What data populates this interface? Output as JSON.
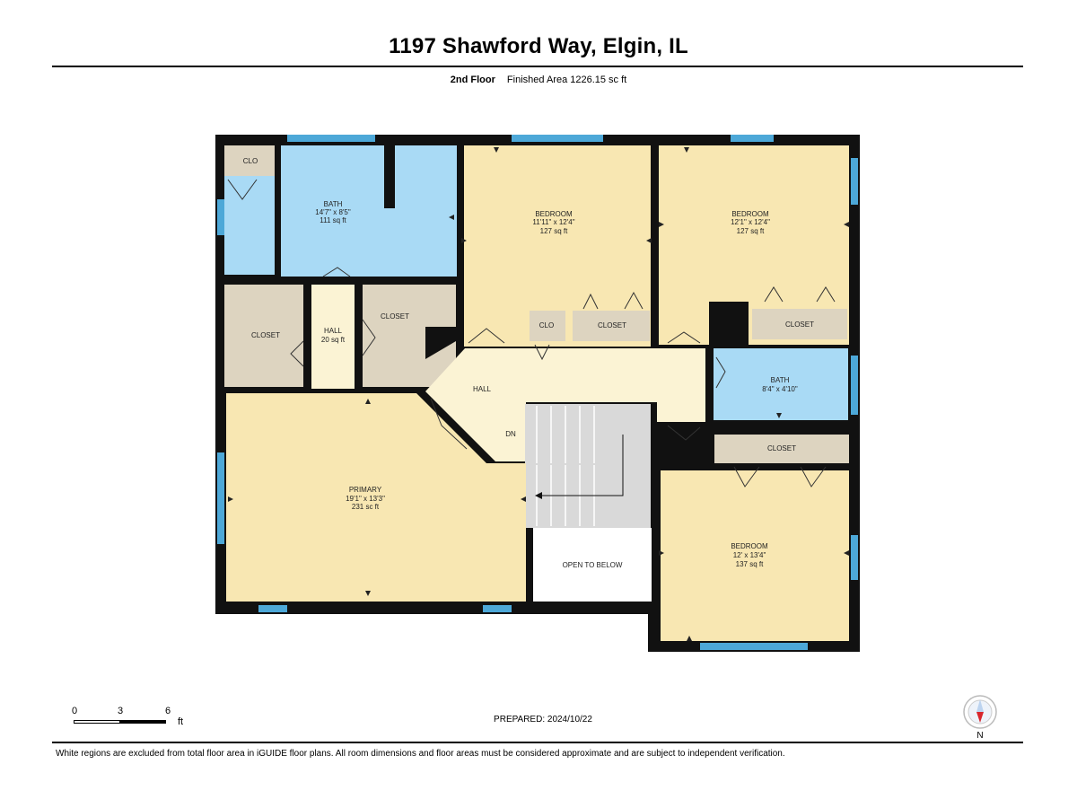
{
  "header": {
    "title": "1197 Shawford Way, Elgin, IL",
    "floor": "2nd Floor",
    "area": "Finished Area 1226.15 sc ft"
  },
  "rooms": {
    "clo_top": {
      "label": "CLO"
    },
    "bath_main": {
      "label": "BATH",
      "dims": "14'7\" x 8'5\"",
      "area": "111 sq ft"
    },
    "bedroom_1": {
      "label": "BEDROOM",
      "dims": "11'11\" x 12'4\"",
      "area": "127 sq ft"
    },
    "bedroom_2": {
      "label": "BEDROOM",
      "dims": "12'1\" x 12'4\"",
      "area": "127 sq ft"
    },
    "closet_left": {
      "label": "CLOSET"
    },
    "hall_small": {
      "label": "HALL",
      "area": "20 sq ft"
    },
    "closet_mid": {
      "label": "CLOSET"
    },
    "clo_mid": {
      "label": "CLO"
    },
    "closet_b1": {
      "label": "CLOSET"
    },
    "closet_b2": {
      "label": "CLOSET"
    },
    "hall_main": {
      "label": "HALL"
    },
    "dn": {
      "label": "DN"
    },
    "bath_small": {
      "label": "BATH",
      "dims": "8'4\" x 4'10\""
    },
    "closet_b3": {
      "label": "CLOSET"
    },
    "primary": {
      "label": "PRIMARY",
      "dims": "19'1\" x 13'3\"",
      "area": "231 sc ft"
    },
    "open_below": {
      "label": "OPEN TO BELOW"
    },
    "bedroom_3": {
      "label": "BEDROOM",
      "dims": "12' x 13'4\"",
      "area": "137 sq ft"
    }
  },
  "scale": {
    "zero": "0",
    "three": "3",
    "six": "6",
    "unit": "ft"
  },
  "prepared": "PREPARED: 2024/10/22",
  "compass": {
    "north": "N"
  },
  "footer": "White regions are excluded from total floor area in iGUIDE floor plans. All room dimensions and floor areas must be considered approximate and are subject to independent verification.",
  "colors": {
    "wall": "#111111",
    "bedroom": "#f8e7b2",
    "bath": "#a9daf5",
    "closet": "#ddd4c0",
    "hall": "#fbf3d4",
    "stairs": "#d9d9d9",
    "window": "#4da8d8"
  }
}
